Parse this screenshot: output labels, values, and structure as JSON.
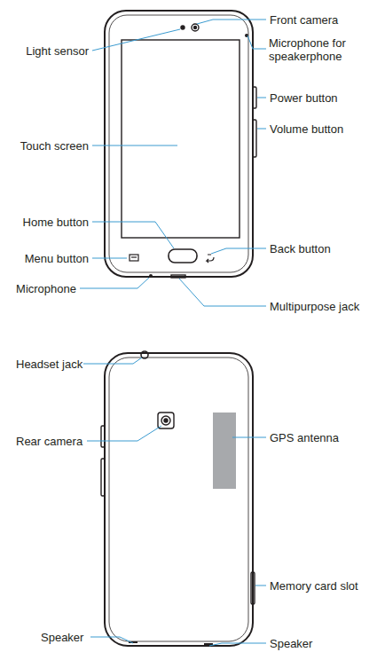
{
  "diagram": {
    "labels": [
      "Front camera",
      "Light sensor",
      "Microphone for speakerphone",
      "Power button",
      "Volume button",
      "Touch screen",
      "Home button",
      "Back button",
      "Menu button",
      "Microphone",
      "Multipurpose jack",
      "Headset jack",
      "Rear camera",
      "GPS antenna",
      "Memory card slot",
      "Speaker",
      "Speaker"
    ]
  }
}
